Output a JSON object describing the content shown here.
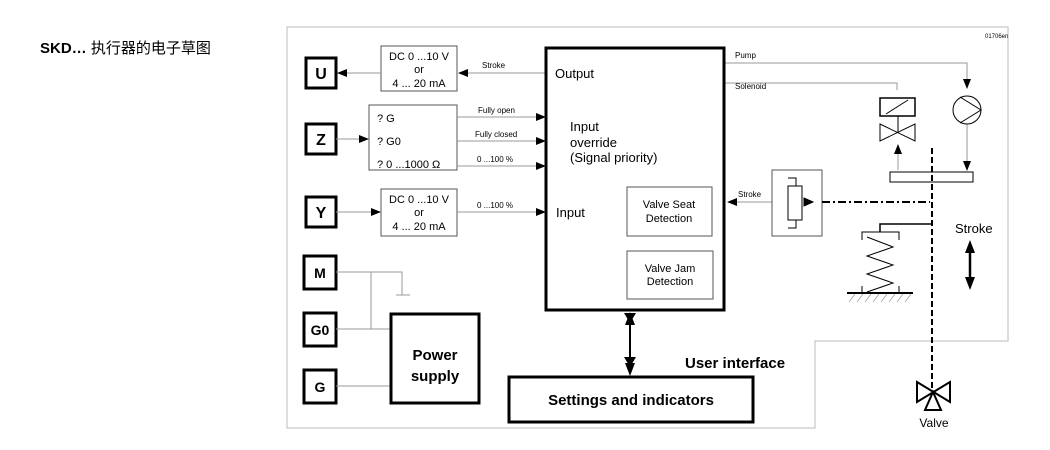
{
  "title": {
    "model": "SKD…",
    "caption": "执行器的电子草图"
  },
  "figure_code": "01706en",
  "terminals": [
    "U",
    "Z",
    "Y",
    "M",
    "G0",
    "G"
  ],
  "output_converter": {
    "line1": "DC 0 ...10 V",
    "line2": "or",
    "line3": "4 ... 20 mA"
  },
  "input_converter": {
    "line1": "DC 0 ...10 V",
    "line2": "or",
    "line3": "4 ... 20 mA"
  },
  "z_box": {
    "opt1": "? G",
    "opt2": "? G0",
    "opt3": "? 0 ...1000 Ω"
  },
  "signals": {
    "stroke_out": "Stroke",
    "fully_open": "Fully open",
    "fully_closed": "Fully closed",
    "z_range": "0 ...100 %",
    "y_range": "0 ...100 %",
    "pump": "Pump",
    "solenoid": "Solenoid",
    "stroke_feedback": "Stroke"
  },
  "main_block": {
    "output": "Output",
    "override1": "Input",
    "override2": "override",
    "override3": "(Signal priority)",
    "input": "Input",
    "valve_seat1": "Valve Seat",
    "valve_seat2": "Detection",
    "valve_jam1": "Valve Jam",
    "valve_jam2": "Detection"
  },
  "power_supply": {
    "line1": "Power",
    "line2": "supply"
  },
  "user_interface": "User interface",
  "settings": "Settings and indicators",
  "stroke_label": "Stroke",
  "valve_label": "Valve"
}
